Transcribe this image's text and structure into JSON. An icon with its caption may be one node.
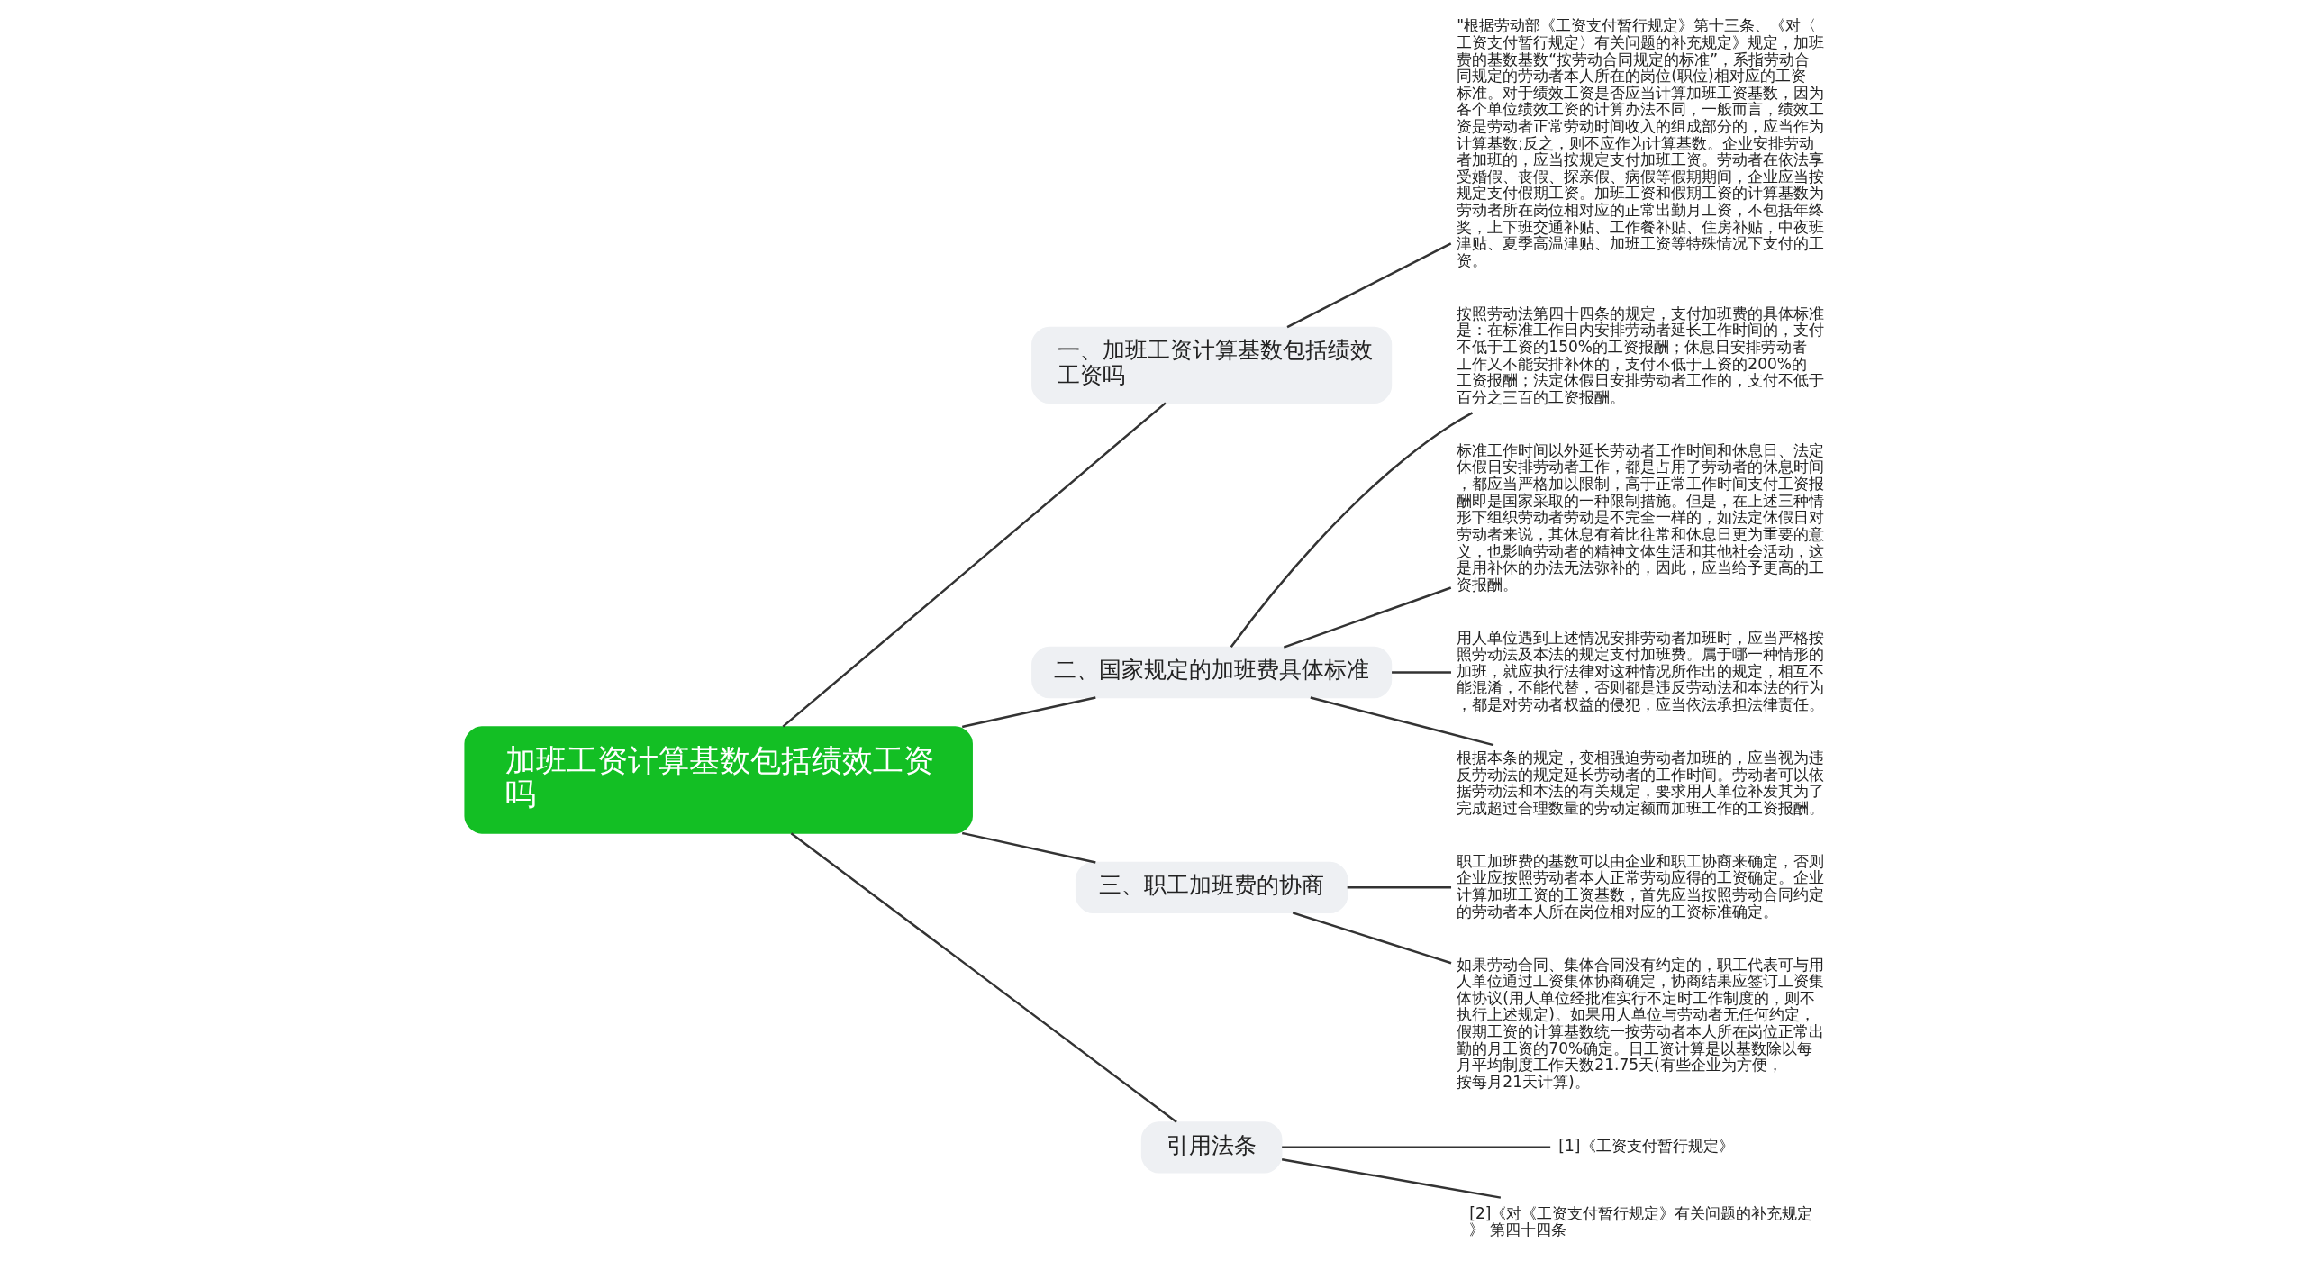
{
  "diagram": {
    "nodes": [
      {
        "text": [
          "加班工资计算基数包括绩效工资吗"
        ]
      },
      {
        "text": [
          "一、加班工资计算基数包括绩效工资吗"
        ]
      },
      {
        "text": [
          "\"根据劳动部《工资支付暂行规定》第十三条、《对〈工资支付暂行规定〉有关问题的补充规定》规定，加班费的基数基数“按劳动合同规定的标准”，系指劳动合同规定的劳动者本人所在的岗位(职位)相对应的工资标准。对于绩效工资是否应当计算加班工资基数，因为各个单位绩效工资的计算办法不同，一般而言，绩效工资是劳动者正常劳动时间收入的组成部分的，应当作为计算基数;反之，则不应作为计算基数。企业安排劳动者加班的，应当按规定支付加班工资。劳动者在依法享受婚假、丧假、探亲假、病假等假期期间，企业应当按规定支付假期工资。加班工资和假期工资的计算基数为劳动者所在岗位相对应的正常出勤月工资，不包括年终奖，上下班交通补贴、工作餐补贴、住房补贴，中夜班津贴、夏季高温津贴、加班工资等特殊情况下支付的工资。"
        ]
      },
      {
        "text": [
          "二、国家规定的加班费具体标准"
        ]
      },
      {
        "text": [
          "按照劳动法第四十四条的规定，支付加班费的具体标准是：在标准工作日内安排劳动者延长工作时间的，支付不低于工资的150%的工资报酬；休息日安排劳动者工作又不能安排补休的，支付不低于工资的200%的工资报酬；法定休假日安排劳动者工作的，支付不低于百分之三百的工资报酬。"
        ]
      },
      {
        "text": [
          "标准工作时间以外延长劳动者工作时间和休息日、法定休假日安排劳动者工作，都是占用了劳动者的休息时间，都应当严格加以限制，高于正常工作时间支付工资报酬即是国家采取的一种限制措施。但是，在上述三种情形下组织劳动者劳动是不完全一样的，如法定休假日对劳动者来说，其休息有着比往常和休息日更为重要的意义，也影响劳动者的精神文体生活和其他社会活动，这是用补休的办法无法弥补的，因此，应当给予更高的工资报酬。"
        ]
      },
      {
        "text": [
          "用人单位遇到上述情况安排劳动者加班时，应当严格按照劳动法及本法的规定支付加班费。属于哪一种情形的加班，就应执行法律对这种情况所作出的规定，相互不能混淆，不能代替，否则都是违反劳动法和本法的行为，都是对劳动者权益的侵犯，应当依法承担法律责任。"
        ]
      },
      {
        "text": [
          "根据本条的规定，变相强迫劳动者加班的，应当视为违反劳动法的规定延长劳动者的工作时间。劳动者可以依据劳动法和本法的有关规定，要求用人单位补发其为了完成超过合理数量的劳动定额而加班工作的工资报酬。"
        ]
      },
      {
        "text": [
          "三、职工加班费的协商"
        ]
      },
      {
        "text": [
          "职工加班费的基数可以由企业和职工协商来确定，否则企业应按照劳动者本人正常劳动应得的工资确定。企业计算加班工资的工资基数，首先应当按照劳动合同约定的劳动者本人所在岗位相对应的工资标准确定。"
        ]
      },
      {
        "text": [
          "如果劳动合同、集体合同没有约定的，职工代表可与用人单位通过工资集体协商确定，协商结果应签订工资集体协议(用人单位经批准实行不定时工作制度的，则不执行上述规定)。如果用人单位与劳动者无任何约定，假期工资的计算基数统一按劳动者本人所在岗位正常出勤的月工资的70%确定。日工资计算是以基数除以每月平均制度工作天数21.75天(有些企业为方便，按每月21天计算)。"
        ]
      },
      {
        "text": [
          "引用法条"
        ]
      },
      {
        "text": [
          "[1]《工资支付暂行规定》"
        ]
      },
      {
        "text": [
          "[2]《对《工资支付暂行规定》有关问题的补充规定》 第四十四条"
        ]
      }
    ],
    "edges": [
      {
        "from": 0,
        "to": 1,
        "arrow": "none"
      },
      {
        "from": 1,
        "to": 2,
        "arrow": "none"
      },
      {
        "from": 0,
        "to": 3,
        "arrow": "none"
      },
      {
        "from": 3,
        "to": 4,
        "arrow": "none"
      },
      {
        "from": 3,
        "to": 5,
        "arrow": "none"
      },
      {
        "from": 3,
        "to": 6,
        "arrow": "none"
      },
      {
        "from": 3,
        "to": 7,
        "arrow": "none"
      },
      {
        "from": 0,
        "to": 8,
        "arrow": "none"
      },
      {
        "from": 8,
        "to": 9,
        "arrow": "none"
      },
      {
        "from": 8,
        "to": 10,
        "arrow": "none"
      },
      {
        "from": 0,
        "to": 11,
        "arrow": "none"
      },
      {
        "from": 11,
        "to": 12,
        "arrow": "none"
      },
      {
        "from": 11,
        "to": 13,
        "arrow": "none"
      }
    ]
  }
}
